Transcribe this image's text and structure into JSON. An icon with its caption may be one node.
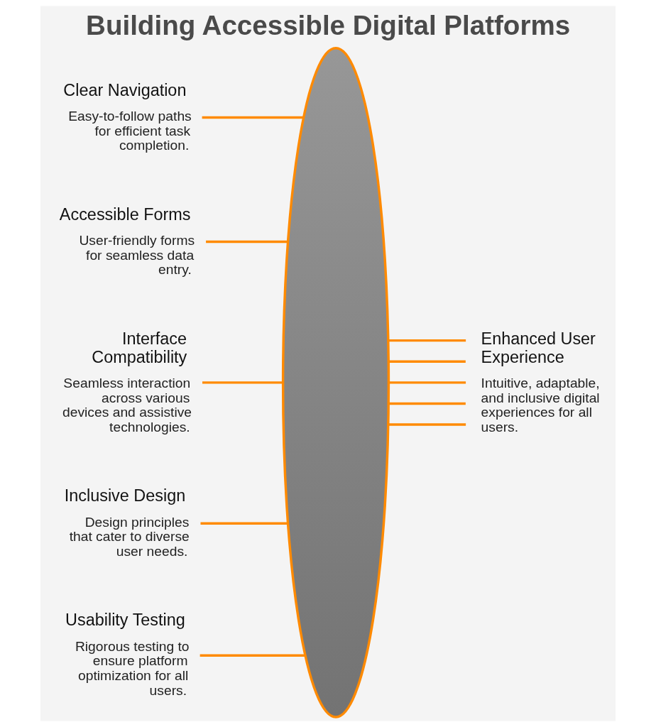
{
  "diagram": {
    "title": "Building Accessible Digital Platforms",
    "nodes": [
      {
        "text": [
          "Clear Navigation",
          "Easy-to-follow paths for efficient task completion."
        ]
      },
      {
        "text": [
          "Accessible Forms",
          "User-friendly forms for seamless data entry."
        ]
      },
      {
        "text": [
          "Interface Compatibility",
          "Seamless interaction across various devices and assistive technologies."
        ]
      },
      {
        "text": [
          "Inclusive Design",
          "Design principles that cater to diverse user needs."
        ]
      },
      {
        "text": [
          "Usability Testing",
          "Rigorous testing to ensure platform optimization for all users."
        ]
      },
      {
        "text": [],
        "shape": "ellipse"
      },
      {
        "text": [
          "Enhanced User Experience",
          "Intuitive, adaptable, and inclusive digital experiences for all users."
        ]
      }
    ],
    "edges": [
      {
        "from": 0,
        "to": 5,
        "arrow": "none"
      },
      {
        "from": 1,
        "to": 5,
        "arrow": "none"
      },
      {
        "from": 2,
        "to": 5,
        "arrow": "none"
      },
      {
        "from": 3,
        "to": 5,
        "arrow": "none"
      },
      {
        "from": 4,
        "to": 5,
        "arrow": "none"
      },
      {
        "from": 5,
        "to": 6,
        "arrow": "none"
      },
      {
        "from": 5,
        "to": 6,
        "arrow": "none"
      },
      {
        "from": 5,
        "to": 6,
        "arrow": "none"
      },
      {
        "from": 5,
        "to": 6,
        "arrow": "none"
      },
      {
        "from": 5,
        "to": 6,
        "arrow": "none"
      }
    ]
  }
}
